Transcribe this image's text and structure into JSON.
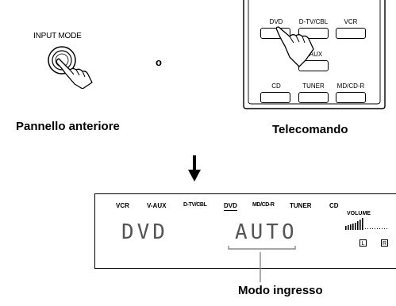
{
  "front_panel": {
    "button_label": "INPUT MODE",
    "caption": "Pannello anteriore"
  },
  "separator": "o",
  "remote": {
    "caption": "Telecomando",
    "buttons": [
      "DVD",
      "D-TV/CBL",
      "VCR",
      "AUX",
      "CD",
      "TUNER",
      "MD/CD-R"
    ]
  },
  "display": {
    "sources": [
      "VCR",
      "V-AUX",
      "D-TV/CBL",
      "DVD",
      "MD/CD-R",
      "TUNER",
      "CD"
    ],
    "selected_source": "DVD",
    "volume_label": "VOLUME",
    "left_indicator": "L",
    "right_indicator": "R",
    "main_text": "DVD",
    "mode_text": "AUTO"
  },
  "mode_caption": "Modo ingresso"
}
